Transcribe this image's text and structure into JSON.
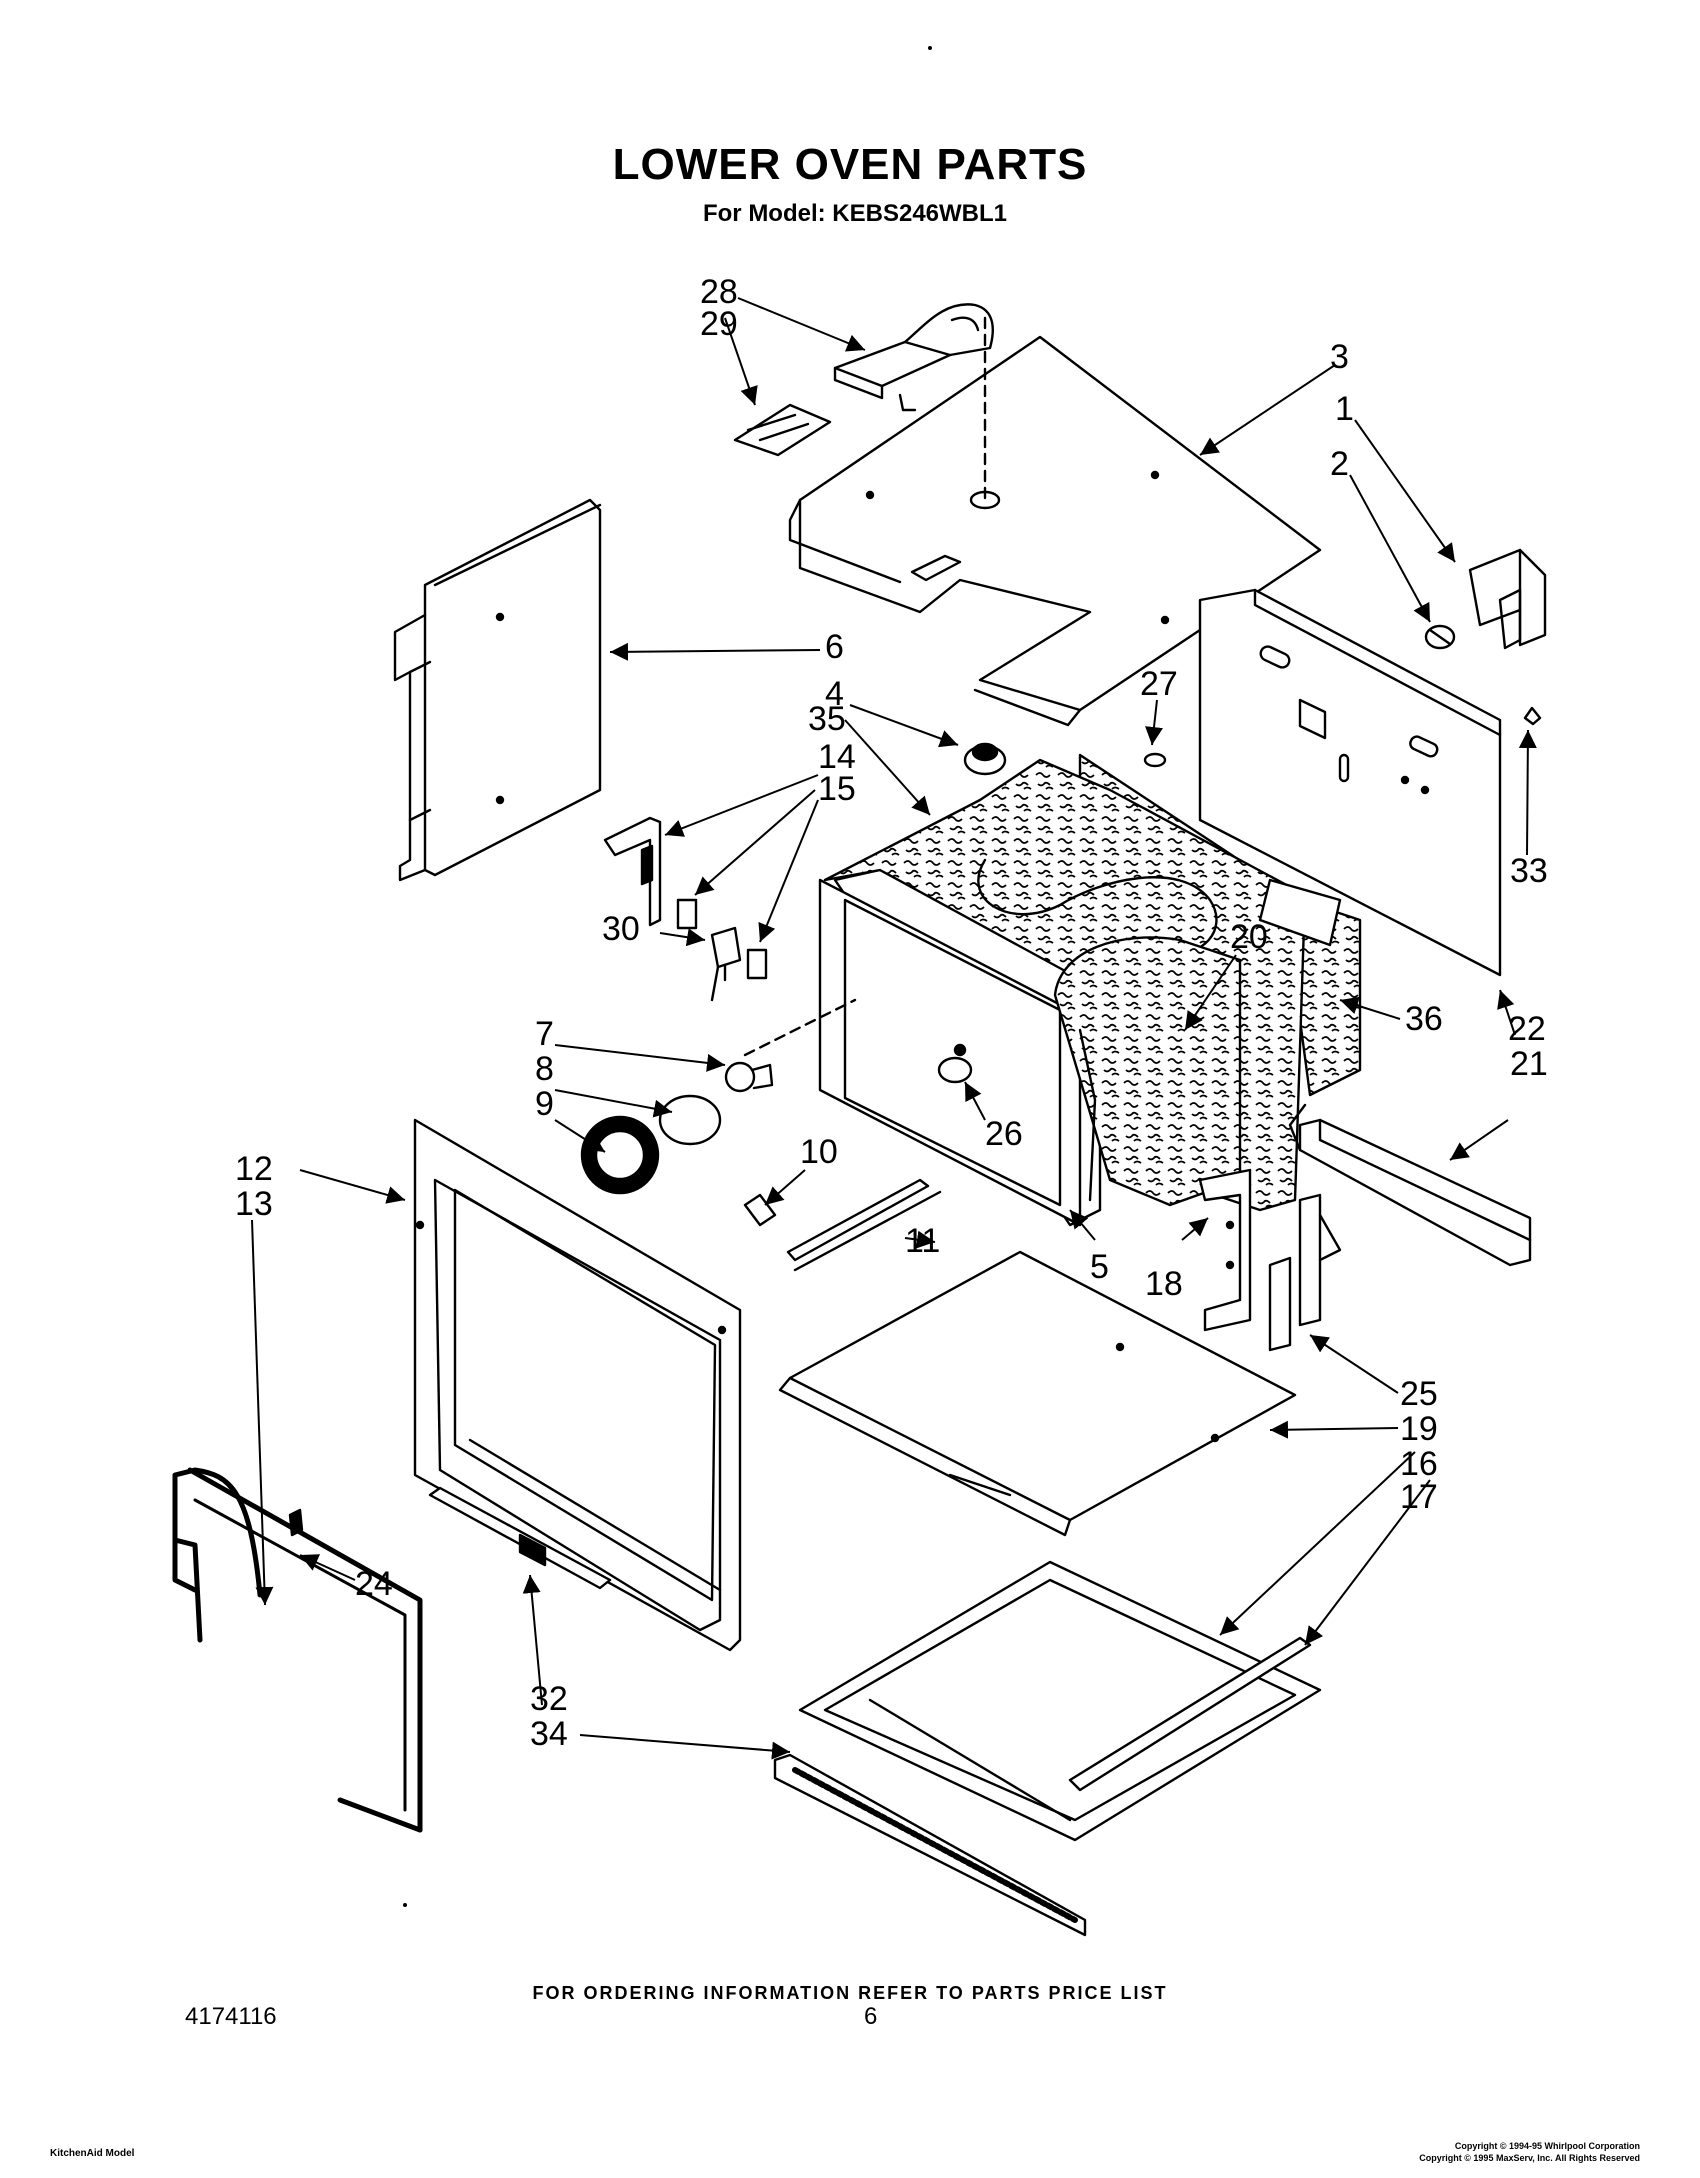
{
  "header": {
    "title": "LOWER OVEN PARTS",
    "subtitle": "For Model: KEBS246WBL1"
  },
  "callouts": [
    "28",
    "29",
    "3",
    "1",
    "2",
    "6",
    "27",
    "4",
    "35",
    "14",
    "15",
    "33",
    "30",
    "20",
    "36",
    "22",
    "21",
    "7",
    "8",
    "9",
    "26",
    "10",
    "12",
    "13",
    "11",
    "5",
    "18",
    "25",
    "19",
    "16",
    "17",
    "24",
    "32",
    "34"
  ],
  "footer": {
    "ordering_info": "FOR ORDERING INFORMATION REFER TO PARTS PRICE LIST",
    "document_number": "4174116",
    "page_number": "6",
    "model_label": "KitchenAid Model",
    "copyright_line1": "Copyright © 1994-95 Whirlpool Corporation",
    "copyright_line2": "Copyright © 1995 MaxServ, Inc. All Rights Reserved"
  }
}
